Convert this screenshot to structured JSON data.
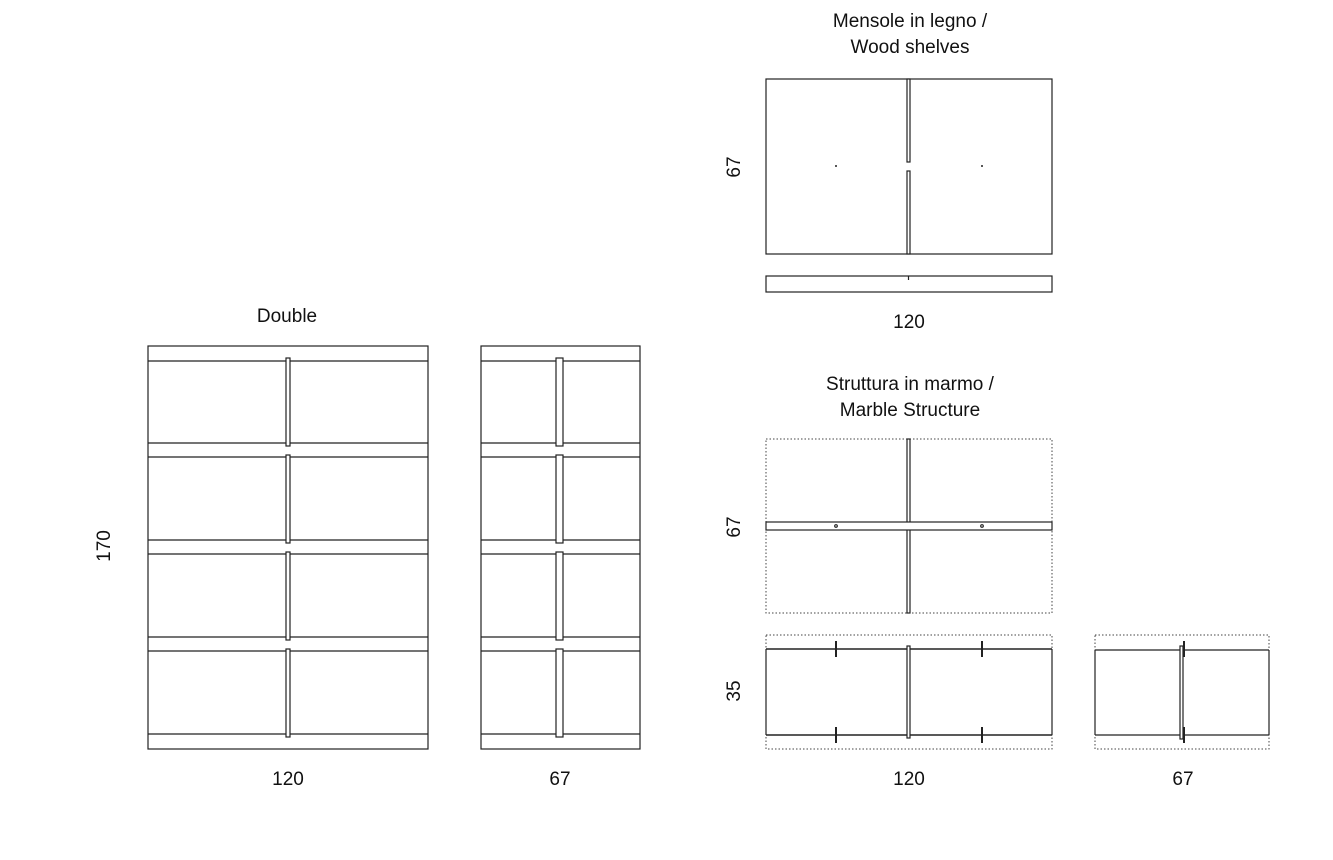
{
  "double": {
    "title": "Double",
    "height": "170",
    "width_front": "120",
    "width_side": "67"
  },
  "wood_shelves": {
    "title_line1": "Mensole in legno /",
    "title_line2": "Wood shelves",
    "depth": "67",
    "width": "120"
  },
  "marble_structure": {
    "title_line1": "Struttura in marmo /",
    "title_line2": "Marble Structure",
    "depth": "67",
    "height": "35",
    "width_front": "120",
    "width_side": "67"
  }
}
